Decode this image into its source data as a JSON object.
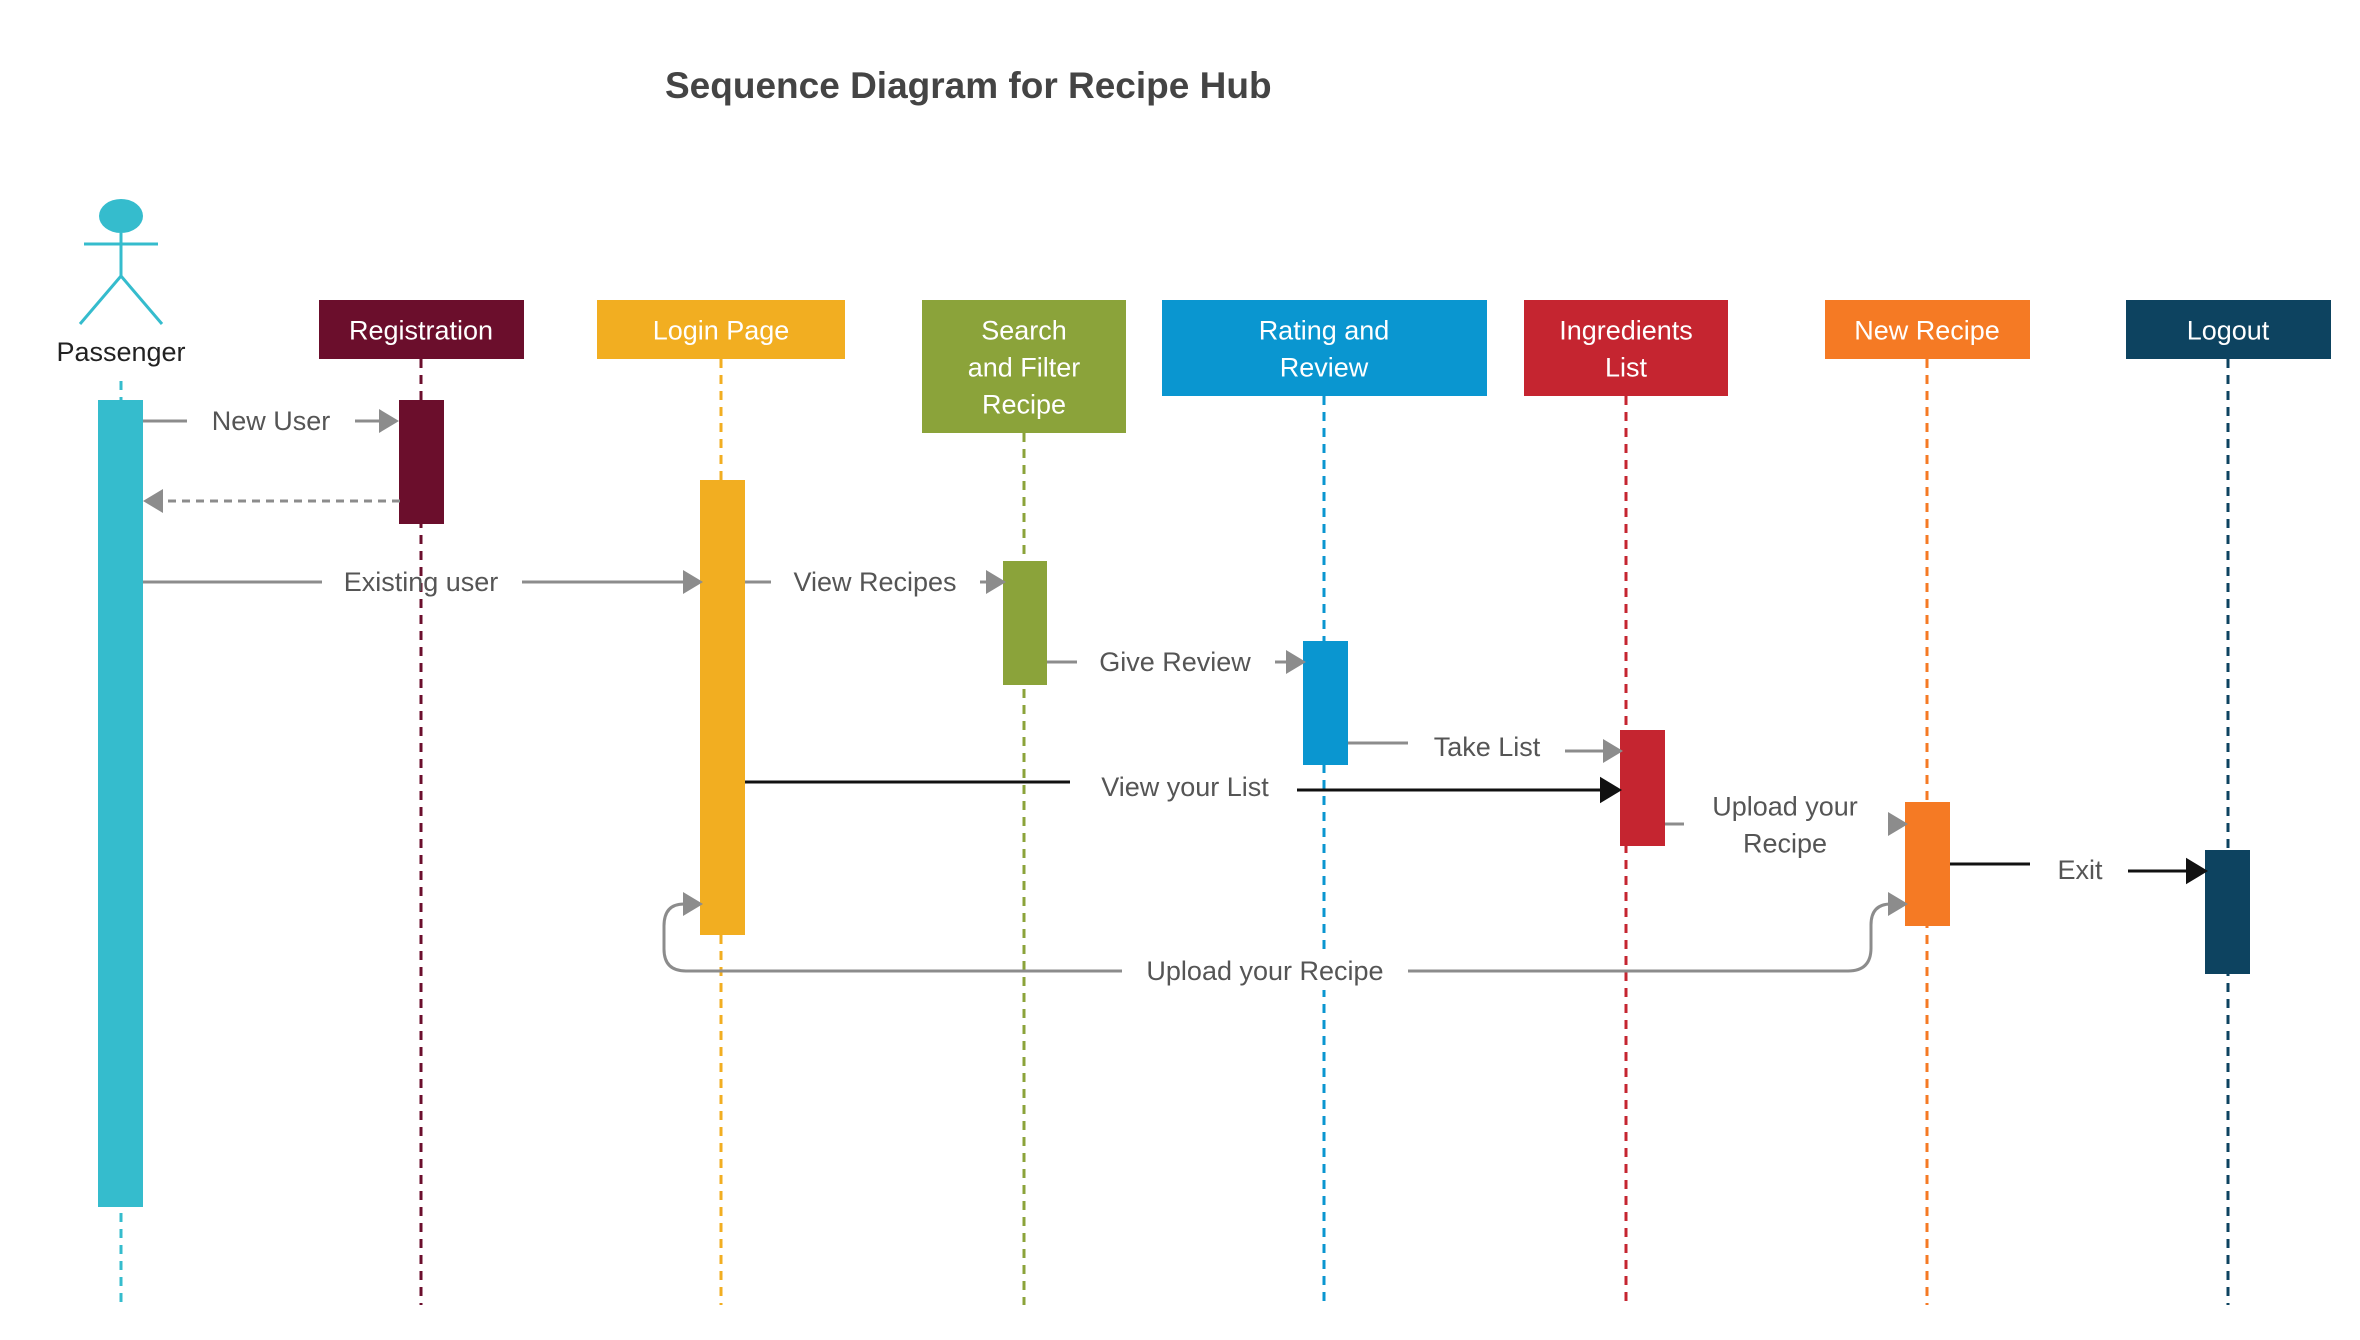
{
  "diagram": {
    "title": "Sequence Diagram for Recipe  Hub",
    "actor": {
      "label": "Passenger",
      "color": "#35bccd"
    },
    "participants": [
      {
        "key": "registration",
        "lines": [
          "Registration"
        ],
        "color": "#6b0e2c"
      },
      {
        "key": "login",
        "lines": [
          "Login Page"
        ],
        "color": "#f2ae21"
      },
      {
        "key": "search",
        "lines": [
          "Search",
          "and Filter",
          "Recipe"
        ],
        "color": "#8ba33a"
      },
      {
        "key": "rating",
        "lines": [
          "Rating and",
          "Review"
        ],
        "color": "#0a96d0"
      },
      {
        "key": "ingredients",
        "lines": [
          "Ingredients",
          "List"
        ],
        "color": "#c52530"
      },
      {
        "key": "newrecipe",
        "lines": [
          "New Recipe"
        ],
        "color": "#f57a24"
      },
      {
        "key": "logout",
        "lines": [
          "Logout"
        ],
        "color": "#0d4360"
      }
    ],
    "messages": [
      {
        "key": "new-user",
        "lines": [
          "New User"
        ]
      },
      {
        "key": "existing-user",
        "lines": [
          "Existing user"
        ]
      },
      {
        "key": "view-recipes",
        "lines": [
          "View Recipes"
        ]
      },
      {
        "key": "give-review",
        "lines": [
          "Give Review"
        ]
      },
      {
        "key": "take-list",
        "lines": [
          "Take  List"
        ]
      },
      {
        "key": "view-your-list",
        "lines": [
          "View your List"
        ]
      },
      {
        "key": "upload-your-recipe-up",
        "lines": [
          "Upload your",
          "Recipe"
        ]
      },
      {
        "key": "exit",
        "lines": [
          "Exit"
        ]
      },
      {
        "key": "upload-your-recipe-back",
        "lines": [
          "Upload your Recipe"
        ]
      }
    ],
    "colors": {
      "arrow_gray": "#8c8c8c",
      "arrow_black": "#111111",
      "text_gray": "#555555"
    }
  }
}
